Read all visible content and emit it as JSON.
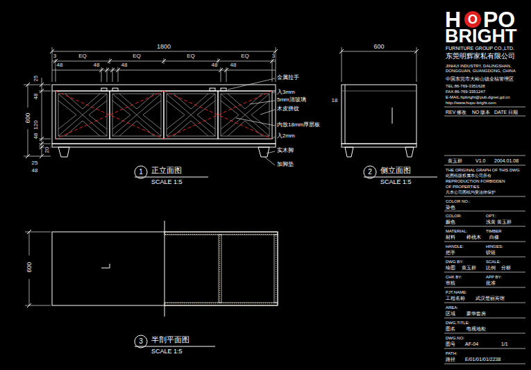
{
  "diagram": {
    "labels": [
      "H",
      "O",
      "PO",
      "BRIGHT",
      "FURNITURE GROUP CO.,LTD.",
      "东莞明辉家私有限公司",
      "JINHUI INDUSTRY, DALINGSHAN,",
      "DONGGUAN, GUANGDONG, CHINA",
      "中国东莞市大岭山镇金桔管理区",
      "TEL:86-769-3351628",
      "FAX:86-769-3351247",
      "E-MAIL:hpbright@pub.dgnet.gd.cn",
      "http://www.hopo-bright.com",
      "REV 修改",
      "NO 版本",
      "DATE 日期",
      "黄玉群",
      "V1.0",
      "2004.01.08",
      "THE ORIGINAL GRAPH OF THIS DWG",
      "此图纸版权属本公司所有",
      "REPRODUCTION FORBIDDEN",
      "OF PROPERTIES",
      "凡本公司图纸均受法律保护",
      "COLOR NO.:",
      "染色",
      "COLOR:",
      "OPT.:",
      "颜色",
      "浅黄 黄玉群",
      "MATERIAL:",
      "TIMBER",
      "材料",
      "榉桃木",
      "白橡",
      "HANDLE:",
      "HINGES:",
      "把手",
      "铰链",
      "DWG BY:",
      "SCALE:",
      "绘图",
      "黄玉群",
      "比例",
      "分标",
      "CHK BY:",
      "APP BY:",
      "审核",
      "批准",
      "PJT.NAME:",
      "工程名称",
      "武汉楚丽宾馆",
      "AREA:",
      "区域",
      "豪华套房",
      "DWG.TITLE:",
      "图名",
      "电视地柜",
      "DWG.NO:",
      "图号",
      "AF-04",
      "1/1",
      "PATH:",
      "路径",
      "E/01/01/01/2238",
      "1800",
      "3",
      "EQ",
      "EQ",
      "EQ",
      "EQ",
      "3",
      "48",
      "48",
      "48",
      "48",
      "48",
      "25",
      "48",
      "600",
      "120",
      "48",
      "20",
      "25",
      "48",
      "600",
      "18",
      "600",
      "金属拉手",
      "入3mm",
      "5mm清玻璃",
      "木皮拼纹",
      "内放18mm厚层板",
      "入2mm",
      "实木脚",
      "加脚垫",
      "1",
      "正立面图",
      "SCALE 1:5",
      "2",
      "侧立面图",
      "SCALE 1:5",
      "3",
      "半剖平面图",
      "SCALE 1:5"
    ]
  }
}
